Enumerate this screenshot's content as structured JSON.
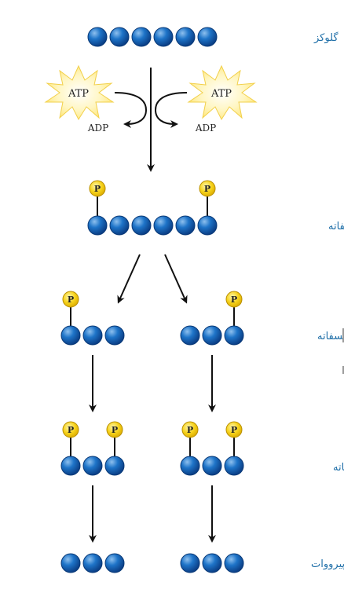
{
  "labels": {
    "glucose": "گلوکز",
    "glucose_phosphate": "گلوکز فسفاته",
    "sugar_phosphate": "قند فسفاته",
    "sugar_diphosphate": "قند دو فسفاته",
    "pyruvate": "پیرووات"
  },
  "energy": {
    "atp": "ATP",
    "adp": "ADP"
  },
  "phosphate_symbol": "P",
  "colors": {
    "bead": "#1565c0",
    "bead_highlight": "#7fb3e8",
    "phosphate": "#f5d21f",
    "label_text": "#1f6fa8",
    "starburst": "#fff3a8"
  }
}
